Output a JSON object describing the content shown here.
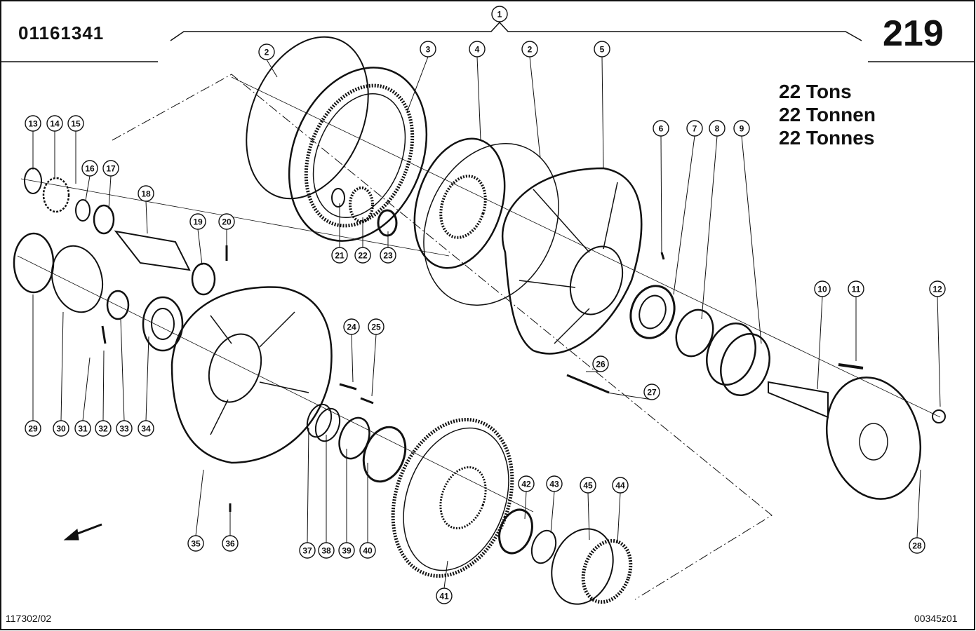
{
  "header": {
    "drawing_number": "01161341",
    "page_number": "219"
  },
  "capacity_labels": [
    "22 Tons",
    "22 Tonnen",
    "22 Tonnes"
  ],
  "footer": {
    "left_code": "117302/02",
    "right_code": "00345z01"
  },
  "callouts": [
    "1",
    "2",
    "3",
    "4",
    "2",
    "5",
    "6",
    "7",
    "8",
    "9",
    "10",
    "11",
    "12",
    "13",
    "14",
    "15",
    "16",
    "17",
    "18",
    "19",
    "20",
    "21",
    "22",
    "23",
    "24",
    "25",
    "26",
    "27",
    "28",
    "29",
    "30",
    "31",
    "32",
    "33",
    "34",
    "35",
    "36",
    "37",
    "38",
    "39",
    "40",
    "41",
    "42",
    "43",
    "44",
    "45"
  ],
  "colors": {
    "ink": "#111111",
    "paper": "#ffffff"
  }
}
